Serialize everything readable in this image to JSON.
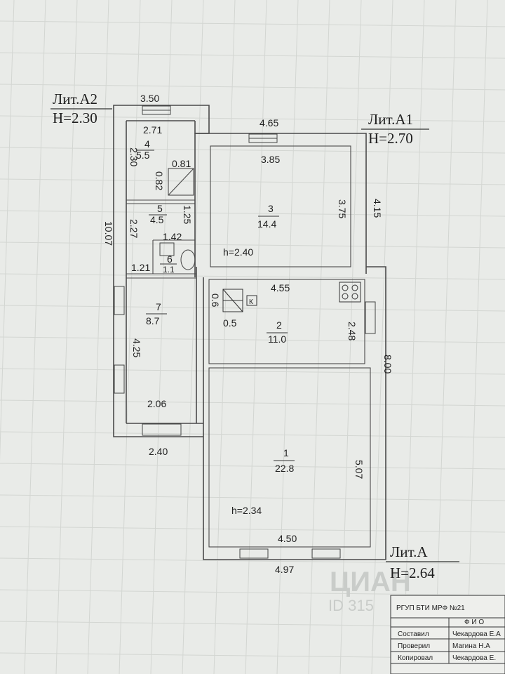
{
  "literas": {
    "a2": {
      "name": "Лит.А2",
      "height": "H=2.30"
    },
    "a1": {
      "name": "Лит.А1",
      "height": "H=2.70"
    },
    "a": {
      "name": "Лит.А",
      "height": "H=2.64"
    }
  },
  "outer_dims": {
    "top_a2": "3.50",
    "top_a1": "4.65",
    "left_total": "10.07",
    "right_a1": "4.15",
    "right_total": "8.00",
    "bottom_a2": "2.40",
    "bottom_a": "4.97"
  },
  "rooms": [
    {
      "num": "1",
      "area": "22.8",
      "width": "4.50",
      "depth": "5.07",
      "height": "h=2.34"
    },
    {
      "num": "2",
      "area": "11.0",
      "width": "4.55",
      "depth": "2.48",
      "stove": "0.6",
      "stove2": "0.5",
      "boiler": "К"
    },
    {
      "num": "3",
      "area": "14.4",
      "width": "3.85",
      "depth": "3.75",
      "height": "h=2.40"
    },
    {
      "num": "4",
      "area": "5.5",
      "width": "2.71",
      "depth": "2.30",
      "closet_w": "0.81",
      "closet_d": "0.82"
    },
    {
      "num": "5",
      "area": "4.5",
      "width": "1.25",
      "depth": "2.27"
    },
    {
      "num": "6",
      "area": "1.1",
      "width": "1.42",
      "left": "1.21"
    },
    {
      "num": "7",
      "area": "8.7",
      "depth": "4.25",
      "width": "2.06"
    }
  ],
  "stamp": {
    "org": "РГУП БТИ МРФ №21",
    "fio_header": "Ф И О",
    "rows": [
      {
        "role": "Составил",
        "name": "Чекардова Е.А"
      },
      {
        "role": "Проверил",
        "name": "Магина Н.А"
      },
      {
        "role": "Копировал",
        "name": "Чекардова Е."
      }
    ]
  },
  "watermark": {
    "brand": "ЦИАН",
    "id": "ID 315"
  }
}
